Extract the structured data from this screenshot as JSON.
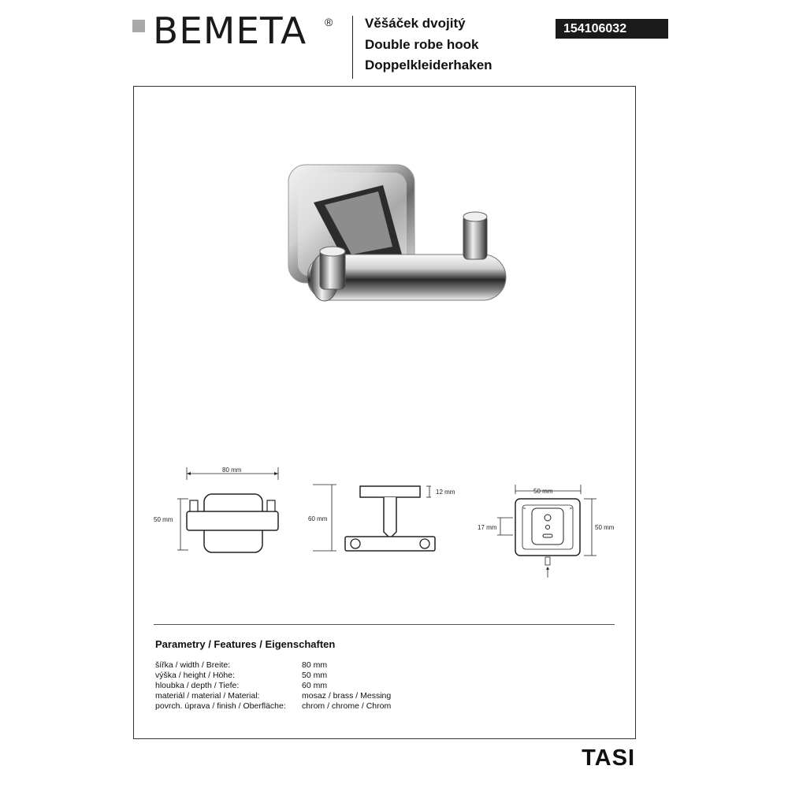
{
  "header": {
    "brand": "BEMETA",
    "registered": "®",
    "titles": [
      "Věšáček dvojitý",
      "Double robe hook",
      "Doppelkleiderhaken"
    ],
    "product_code": "154106032"
  },
  "drawings": {
    "front_width": "80 mm",
    "front_height": "50 mm",
    "side_depth": "60 mm",
    "side_plate": "12 mm",
    "back_width": "50 mm",
    "back_height": "50 mm",
    "back_offset": "17 mm"
  },
  "features": {
    "title": "Parametry / Features / Eigenschaften",
    "rows": [
      {
        "label": "šířka / width / Breite:",
        "value": "80 mm"
      },
      {
        "label": "výška / height / Höhe:",
        "value": "50 mm"
      },
      {
        "label": "hloubka / depth / Tiefe:",
        "value": "60 mm"
      },
      {
        "label": "materiál / material / Material:",
        "value": "mosaz / brass / Messing"
      },
      {
        "label": "povrch. úprava / finish / Oberfläche:",
        "value": "chrom / chrome / Chrom"
      }
    ]
  },
  "series": "TASI"
}
